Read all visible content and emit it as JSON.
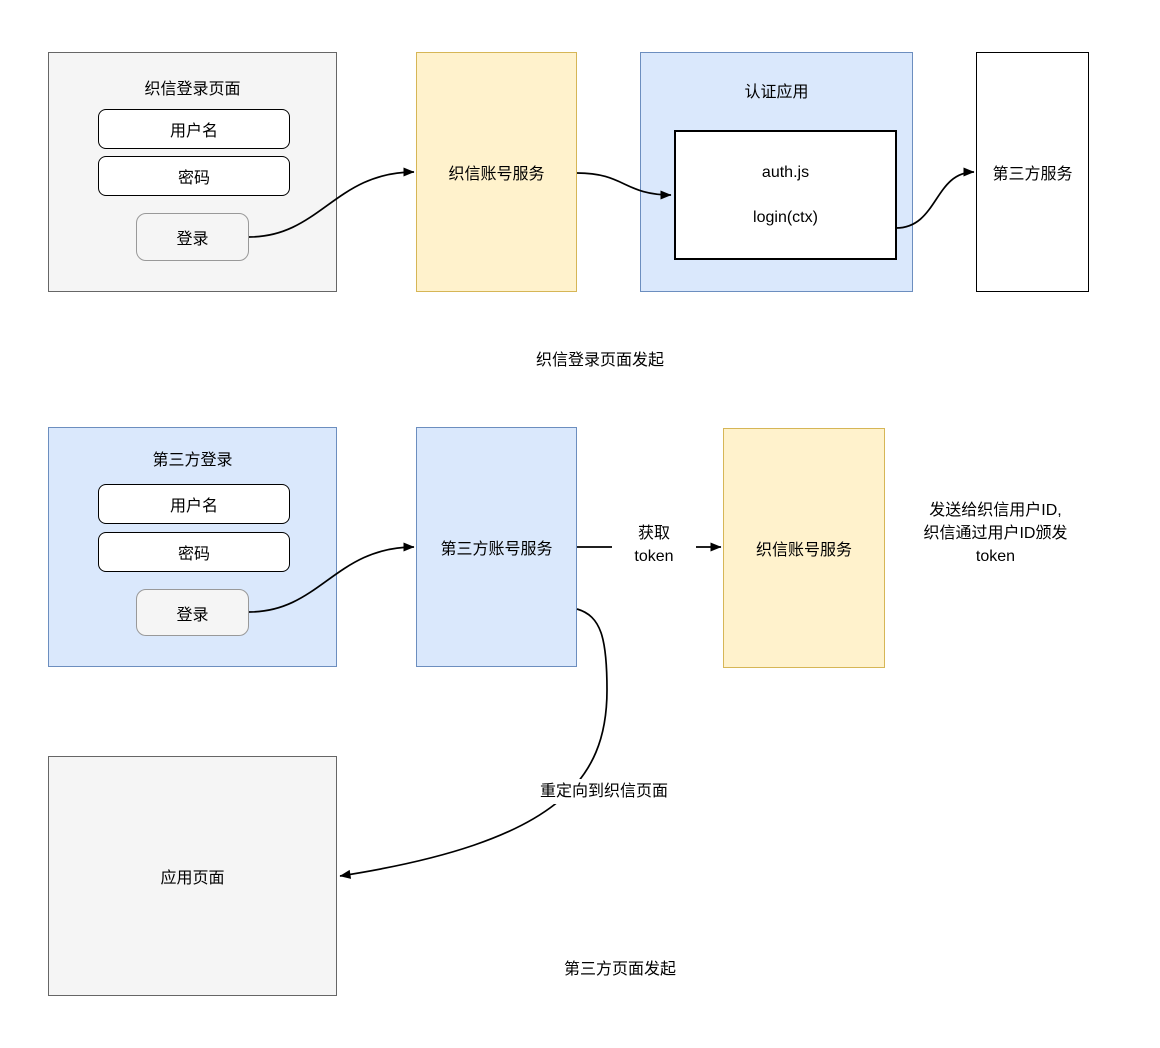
{
  "colors": {
    "gray_fill": "#f5f5f5",
    "gray_border": "#666666",
    "blue_fill": "#dae8fc",
    "blue_border": "#6c8ebf",
    "yellow_fill": "#fff2cc",
    "yellow_border": "#d6b656",
    "white_fill": "#ffffff",
    "black_border": "#000000",
    "edge_stroke": "#000000"
  },
  "flow1": {
    "caption": "织信登录页面发起",
    "login_page": {
      "title": "织信登录页面",
      "username": "用户名",
      "password": "密码",
      "login": "登录"
    },
    "account_service": {
      "label": "织信账号服务"
    },
    "auth_app": {
      "title": "认证应用",
      "code_lines": [
        "auth.js",
        "login(ctx)"
      ]
    },
    "third_party_service": {
      "label": "第三方服务"
    }
  },
  "flow2": {
    "caption": "第三方页面发起",
    "login_page": {
      "title": "第三方登录",
      "username": "用户名",
      "password": "密码",
      "login": "登录"
    },
    "third_party_account_service": {
      "label": "第三方账号服务"
    },
    "zhixin_account_service": {
      "label": "织信账号服务"
    },
    "token_edge_label": "获取\ntoken",
    "note": "发送给织信用户ID,\n织信通过用户ID颁发\ntoken",
    "redirect_label": "重定向到织信页面",
    "app_page": {
      "label": "应用页面"
    }
  }
}
